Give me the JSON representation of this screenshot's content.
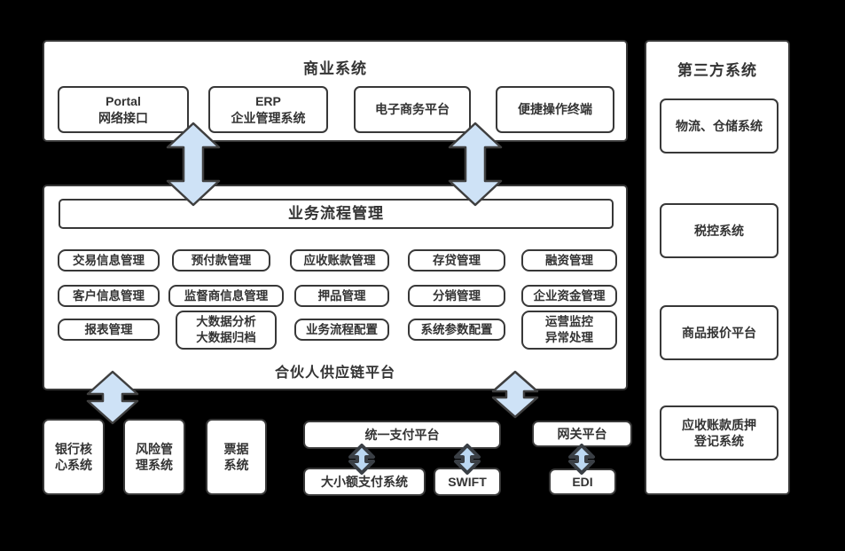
{
  "colors": {
    "background": "#000000",
    "box_fill": "#ffffff",
    "box_border": "#383838",
    "text": "#333333",
    "arrow_fill": "#cee2f6",
    "arrow_stroke": "#3f3f3f"
  },
  "top_section": {
    "title": "商业系统",
    "boxes": [
      "Portal\n网络接口",
      "ERP\n企业管理系统",
      "电子商务平台",
      "便捷操作终端"
    ]
  },
  "middle_section": {
    "header": "业务流程管理",
    "rows": [
      [
        "交易信息管理",
        "预付款管理",
        "应收账款管理",
        "存贷管理",
        "融资管理"
      ],
      [
        "客户信息管理",
        "监督商信息管理",
        "押品管理",
        "分销管理",
        "企业资金管理"
      ],
      [
        "报表管理",
        "大数据分析\n大数据归档",
        "业务流程配置",
        "系统参数配置",
        "运营监控\n异常处理"
      ]
    ],
    "footer": "合伙人供应链平台"
  },
  "right_section": {
    "title": "第三方系统",
    "boxes": [
      "物流、仓储系统",
      "税控系统",
      "商品报价平台",
      "应收账款质押\n登记系统"
    ]
  },
  "bottom_section": {
    "bank_core": "银行核\n心系统",
    "risk_mgmt": "风险管\n理系统",
    "bill_system": "票据\n系统",
    "unified_payment": "统一支付平台",
    "gateway_platform": "网关平台",
    "payment_system": "大小额支付系统",
    "swift": "SWIFT",
    "edi": "EDI"
  },
  "icons": {
    "double_arrow": "vertical bidirectional connector arrow"
  }
}
